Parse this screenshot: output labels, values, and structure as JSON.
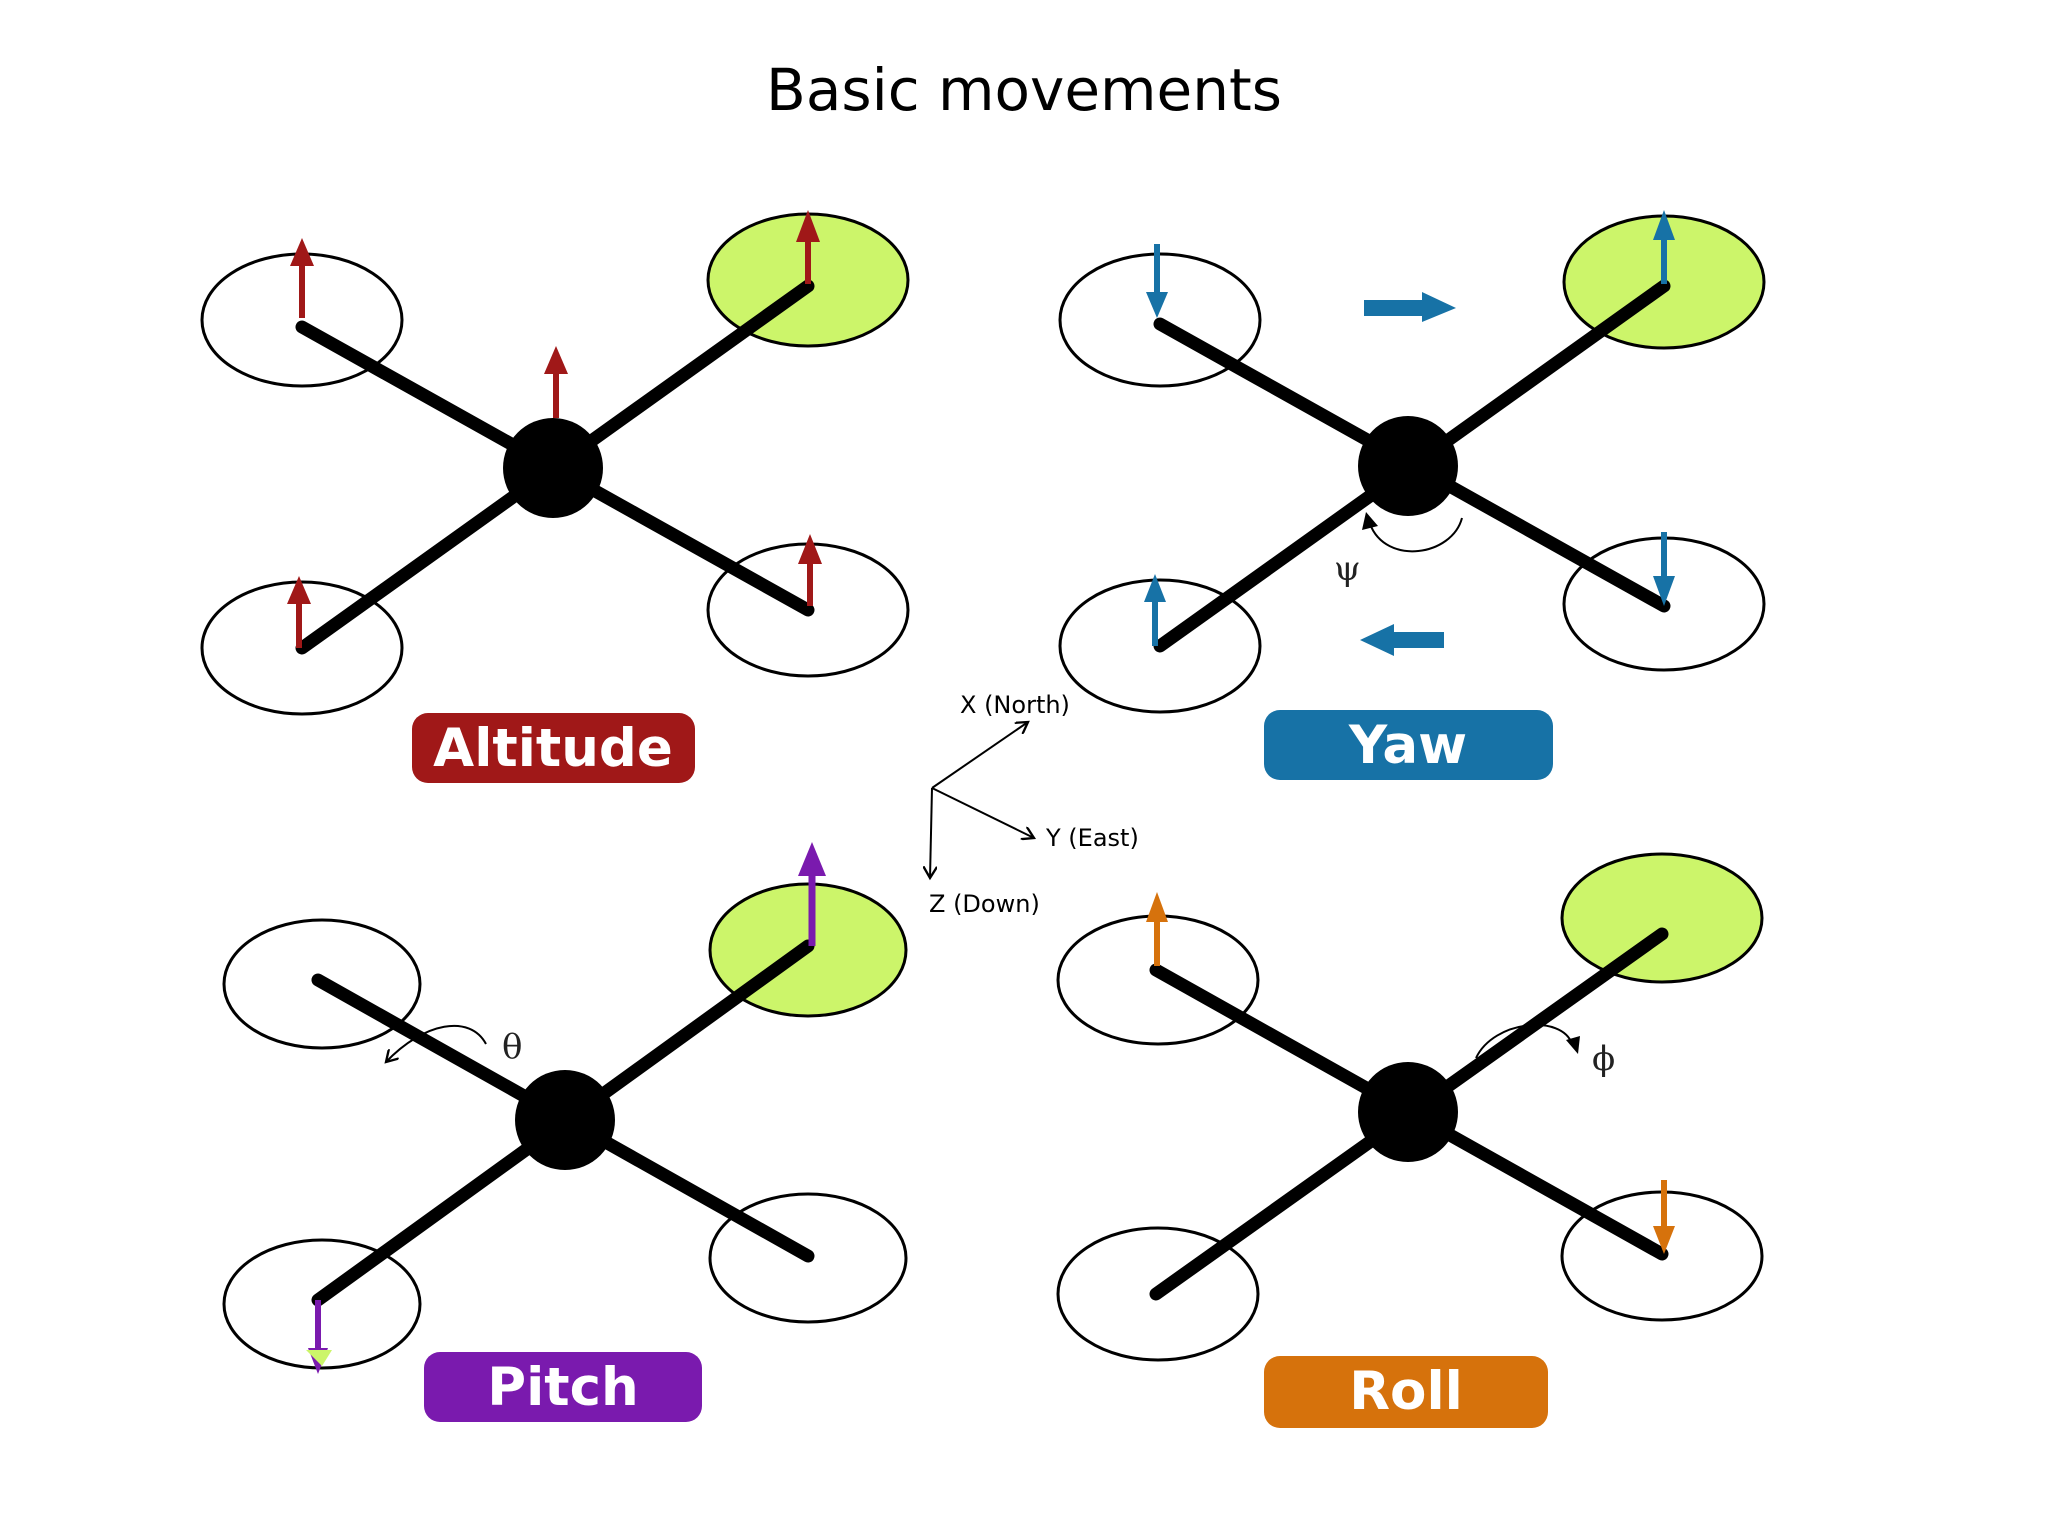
{
  "title": "Basic movements",
  "colors": {
    "altitude": "#A01818",
    "yaw": "#1772A6",
    "pitch": "#7A1AAE",
    "roll": "#D6720C",
    "rotor_highlight": "#CCF56A",
    "frame": "#000000"
  },
  "panels": {
    "altitude": {
      "label": "Altitude"
    },
    "yaw": {
      "label": "Yaw",
      "angle_symbol": "ψ"
    },
    "pitch": {
      "label": "Pitch",
      "angle_symbol": "θ"
    },
    "roll": {
      "label": "Roll",
      "angle_symbol": "ϕ"
    }
  },
  "axes": {
    "x": "X (North)",
    "y": "Y (East)",
    "z": "Z (Down)"
  }
}
